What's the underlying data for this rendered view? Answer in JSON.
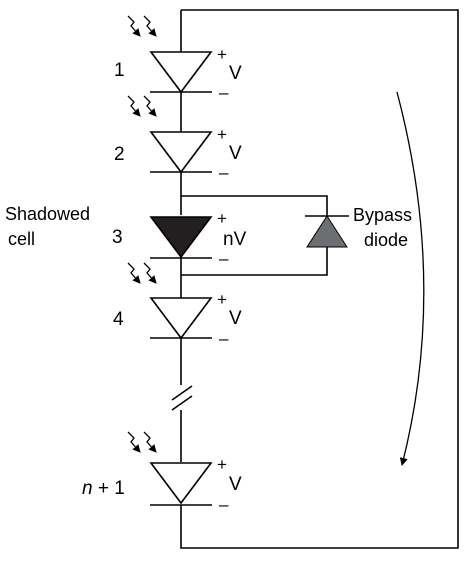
{
  "cells": [
    {
      "label": "1",
      "plus": "+",
      "minus": "–",
      "voltage": "V",
      "shadowed": false,
      "illuminated": true
    },
    {
      "label": "2",
      "plus": "+",
      "minus": "–",
      "voltage": "V",
      "shadowed": false,
      "illuminated": true
    },
    {
      "label": "3",
      "plus": "+",
      "minus": "–",
      "voltage": "nV",
      "shadowed": true,
      "illuminated": false
    },
    {
      "label": "4",
      "plus": "+",
      "minus": "–",
      "voltage": "V",
      "shadowed": false,
      "illuminated": true
    },
    {
      "label_var": "n",
      "label_suffix": " + 1",
      "plus": "+",
      "minus": "–",
      "voltage": "V",
      "shadowed": false,
      "illuminated": true
    }
  ],
  "shadowed_label": {
    "line1": "Shadowed",
    "line2": "cell"
  },
  "bypass_label": {
    "line1": "Bypass",
    "line2": "diode"
  },
  "colors": {
    "line": "#000000",
    "shadowed_fill": "#231f20",
    "bypass_fill": "#6d6e71",
    "cell_fill": "#ffffff"
  },
  "icons": [
    "sunlight-arrows-icon",
    "diode-symbol",
    "break-mark",
    "current-direction-arrow"
  ]
}
